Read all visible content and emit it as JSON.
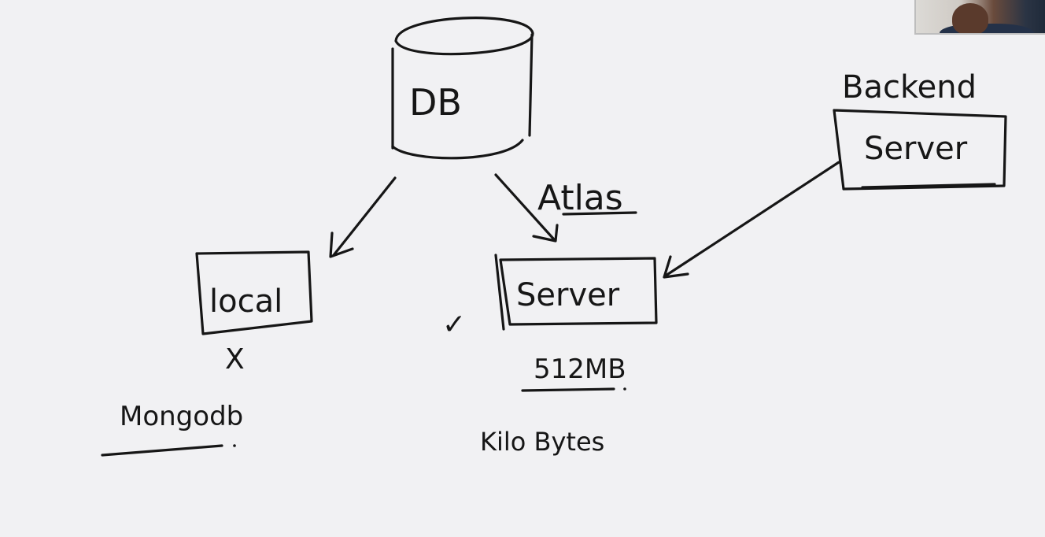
{
  "whiteboard": {
    "db_label": "DB",
    "atlas_label": "Atlas",
    "local_label": "local",
    "local_mark": "X",
    "mongodb_label": "Mongodb",
    "atlas_server_label": "Server",
    "atlas_server_mark": "✓",
    "storage_label": "512MB",
    "kilobytes_label": "Kilo Bytes",
    "backend_label": "Backend",
    "backend_server_label": "Server"
  },
  "webcam": {
    "icon": "webcam-video-thumbnail"
  }
}
